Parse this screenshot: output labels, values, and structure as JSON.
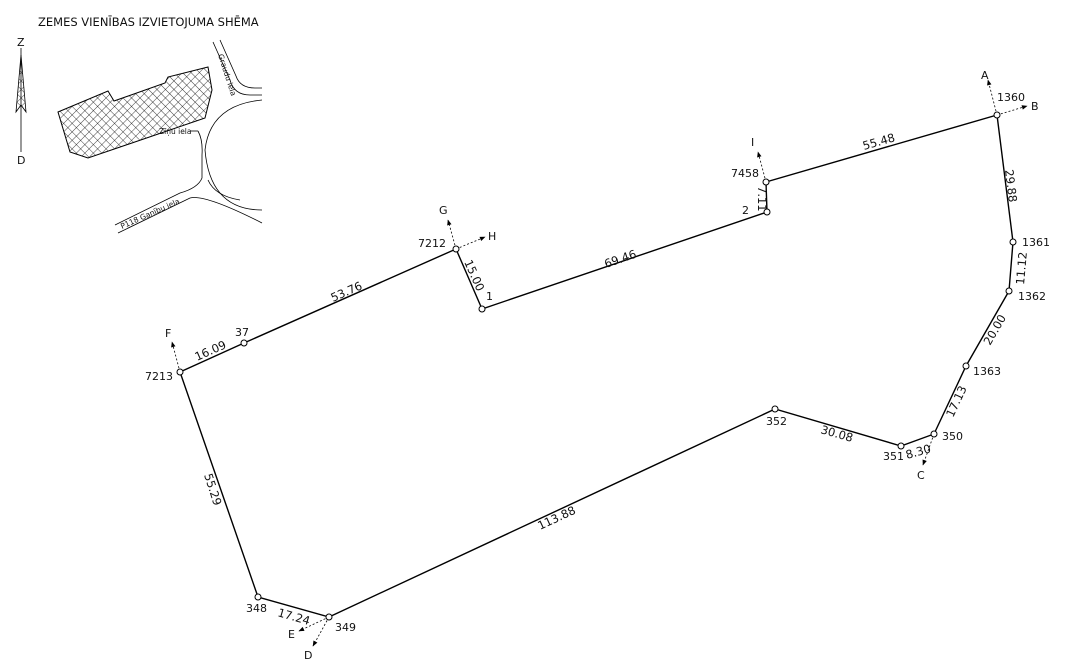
{
  "title": "ZEMES VIENĪBAS IZVIETOJUMA SHĒMA",
  "inset": {
    "north": "Z",
    "south": "D",
    "streets": [
      "Graudu iela",
      "Zīņu iela",
      "P118 Ganību iela"
    ]
  },
  "points": [
    "1360",
    "1361",
    "1362",
    "1363",
    "350",
    "351",
    "352",
    "349",
    "348",
    "7213",
    "37",
    "7212",
    "1",
    "2",
    "7458"
  ],
  "lengths": [
    "55.48",
    "29.88",
    "11.12",
    "20.00",
    "17.13",
    "8.30",
    "30.08",
    "113.88",
    "17.24",
    "55.29",
    "16.09",
    "53.76",
    "15.00",
    "69.46",
    "7.11"
  ],
  "directions": [
    "A",
    "B",
    "C",
    "D",
    "E",
    "F",
    "G",
    "H",
    "I"
  ],
  "colors": {
    "line": "#000000",
    "background": "#ffffff"
  }
}
